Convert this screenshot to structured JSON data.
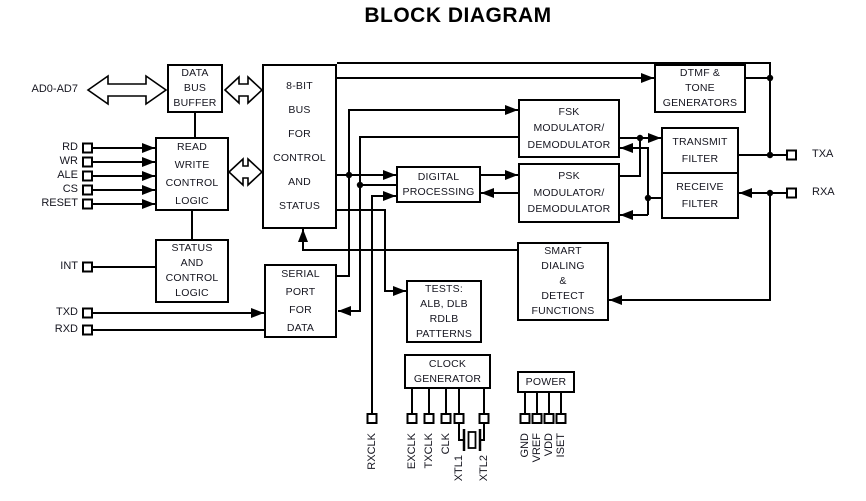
{
  "title": "BLOCK DIAGRAM",
  "blocks": {
    "data_bus_buffer": {
      "lines": [
        "DATA",
        "BUS",
        "BUFFER"
      ]
    },
    "read_write_control": {
      "lines": [
        "READ",
        "WRITE",
        "CONTROL",
        "LOGIC"
      ]
    },
    "status_control": {
      "lines": [
        "STATUS",
        "AND",
        "CONTROL",
        "LOGIC"
      ]
    },
    "bus_8bit": {
      "lines": [
        "8-BIT",
        "BUS",
        "FOR",
        "CONTROL",
        "AND",
        "STATUS"
      ]
    },
    "serial_port": {
      "lines": [
        "SERIAL",
        "PORT",
        "FOR",
        "DATA"
      ]
    },
    "digital_processing": {
      "lines": [
        "DIGITAL",
        "PROCESSING"
      ]
    },
    "fsk": {
      "lines": [
        "FSK",
        "MODULATOR/",
        "DEMODULATOR"
      ]
    },
    "psk": {
      "lines": [
        "PSK",
        "MODULATOR/",
        "DEMODULATOR"
      ]
    },
    "smart_dialing": {
      "lines": [
        "SMART",
        "DIALING",
        "&",
        "DETECT",
        "FUNCTIONS"
      ]
    },
    "tests": {
      "lines": [
        "TESTS:",
        "ALB, DLB",
        "RDLB",
        "PATTERNS"
      ]
    },
    "clock_generator": {
      "lines": [
        "CLOCK",
        "GENERATOR"
      ]
    },
    "power": {
      "lines": [
        "POWER"
      ]
    },
    "dtmf": {
      "lines": [
        "DTMF &",
        "TONE",
        "GENERATORS"
      ]
    },
    "transmit_filter": {
      "lines": [
        "TRANSMIT",
        "FILTER"
      ]
    },
    "receive_filter": {
      "lines": [
        "RECEIVE",
        "FILTER"
      ]
    }
  },
  "pins": {
    "ad0_ad7": "AD0-AD7",
    "rd": "RD",
    "wr": "WR",
    "ale": "ALE",
    "cs": "CS",
    "reset": "RESET",
    "int": "INT",
    "txd": "TXD",
    "rxd": "RXD",
    "txa": "TXA",
    "rxa": "RXA",
    "rxclk": "RXCLK",
    "exclk": "EXCLK",
    "txclk": "TXCLK",
    "clk": "CLK",
    "xtl1": "XTL1",
    "xtl2": "XTL2",
    "gnd": "GND",
    "vref": "VREF",
    "vdd": "VDD",
    "iset": "ISET"
  },
  "colors": {
    "line": "#000000",
    "text": "#15151f",
    "background": "#ffffff"
  }
}
